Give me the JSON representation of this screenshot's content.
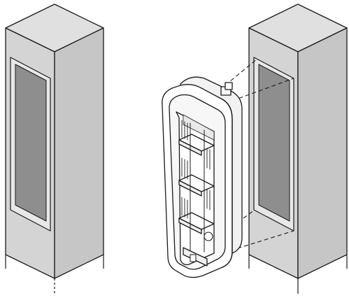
{
  "colors": {
    "background": "#ffffff",
    "outline": "#1a1a1a",
    "column_face": "#d4d4d4",
    "column_front": "#cfcfcf",
    "column_side": "#c2c2c2",
    "column_top": "#e0e0e0",
    "recess_glass": "#8e8e8e",
    "recess_frame": "#e8e8e8",
    "housing_white": "#ffffff",
    "housing_shade": "#f2f2f2"
  },
  "figure": {
    "columns": [
      "left-column",
      "right-column"
    ],
    "part": "mounting-frame",
    "guide_lines": "dashed"
  }
}
